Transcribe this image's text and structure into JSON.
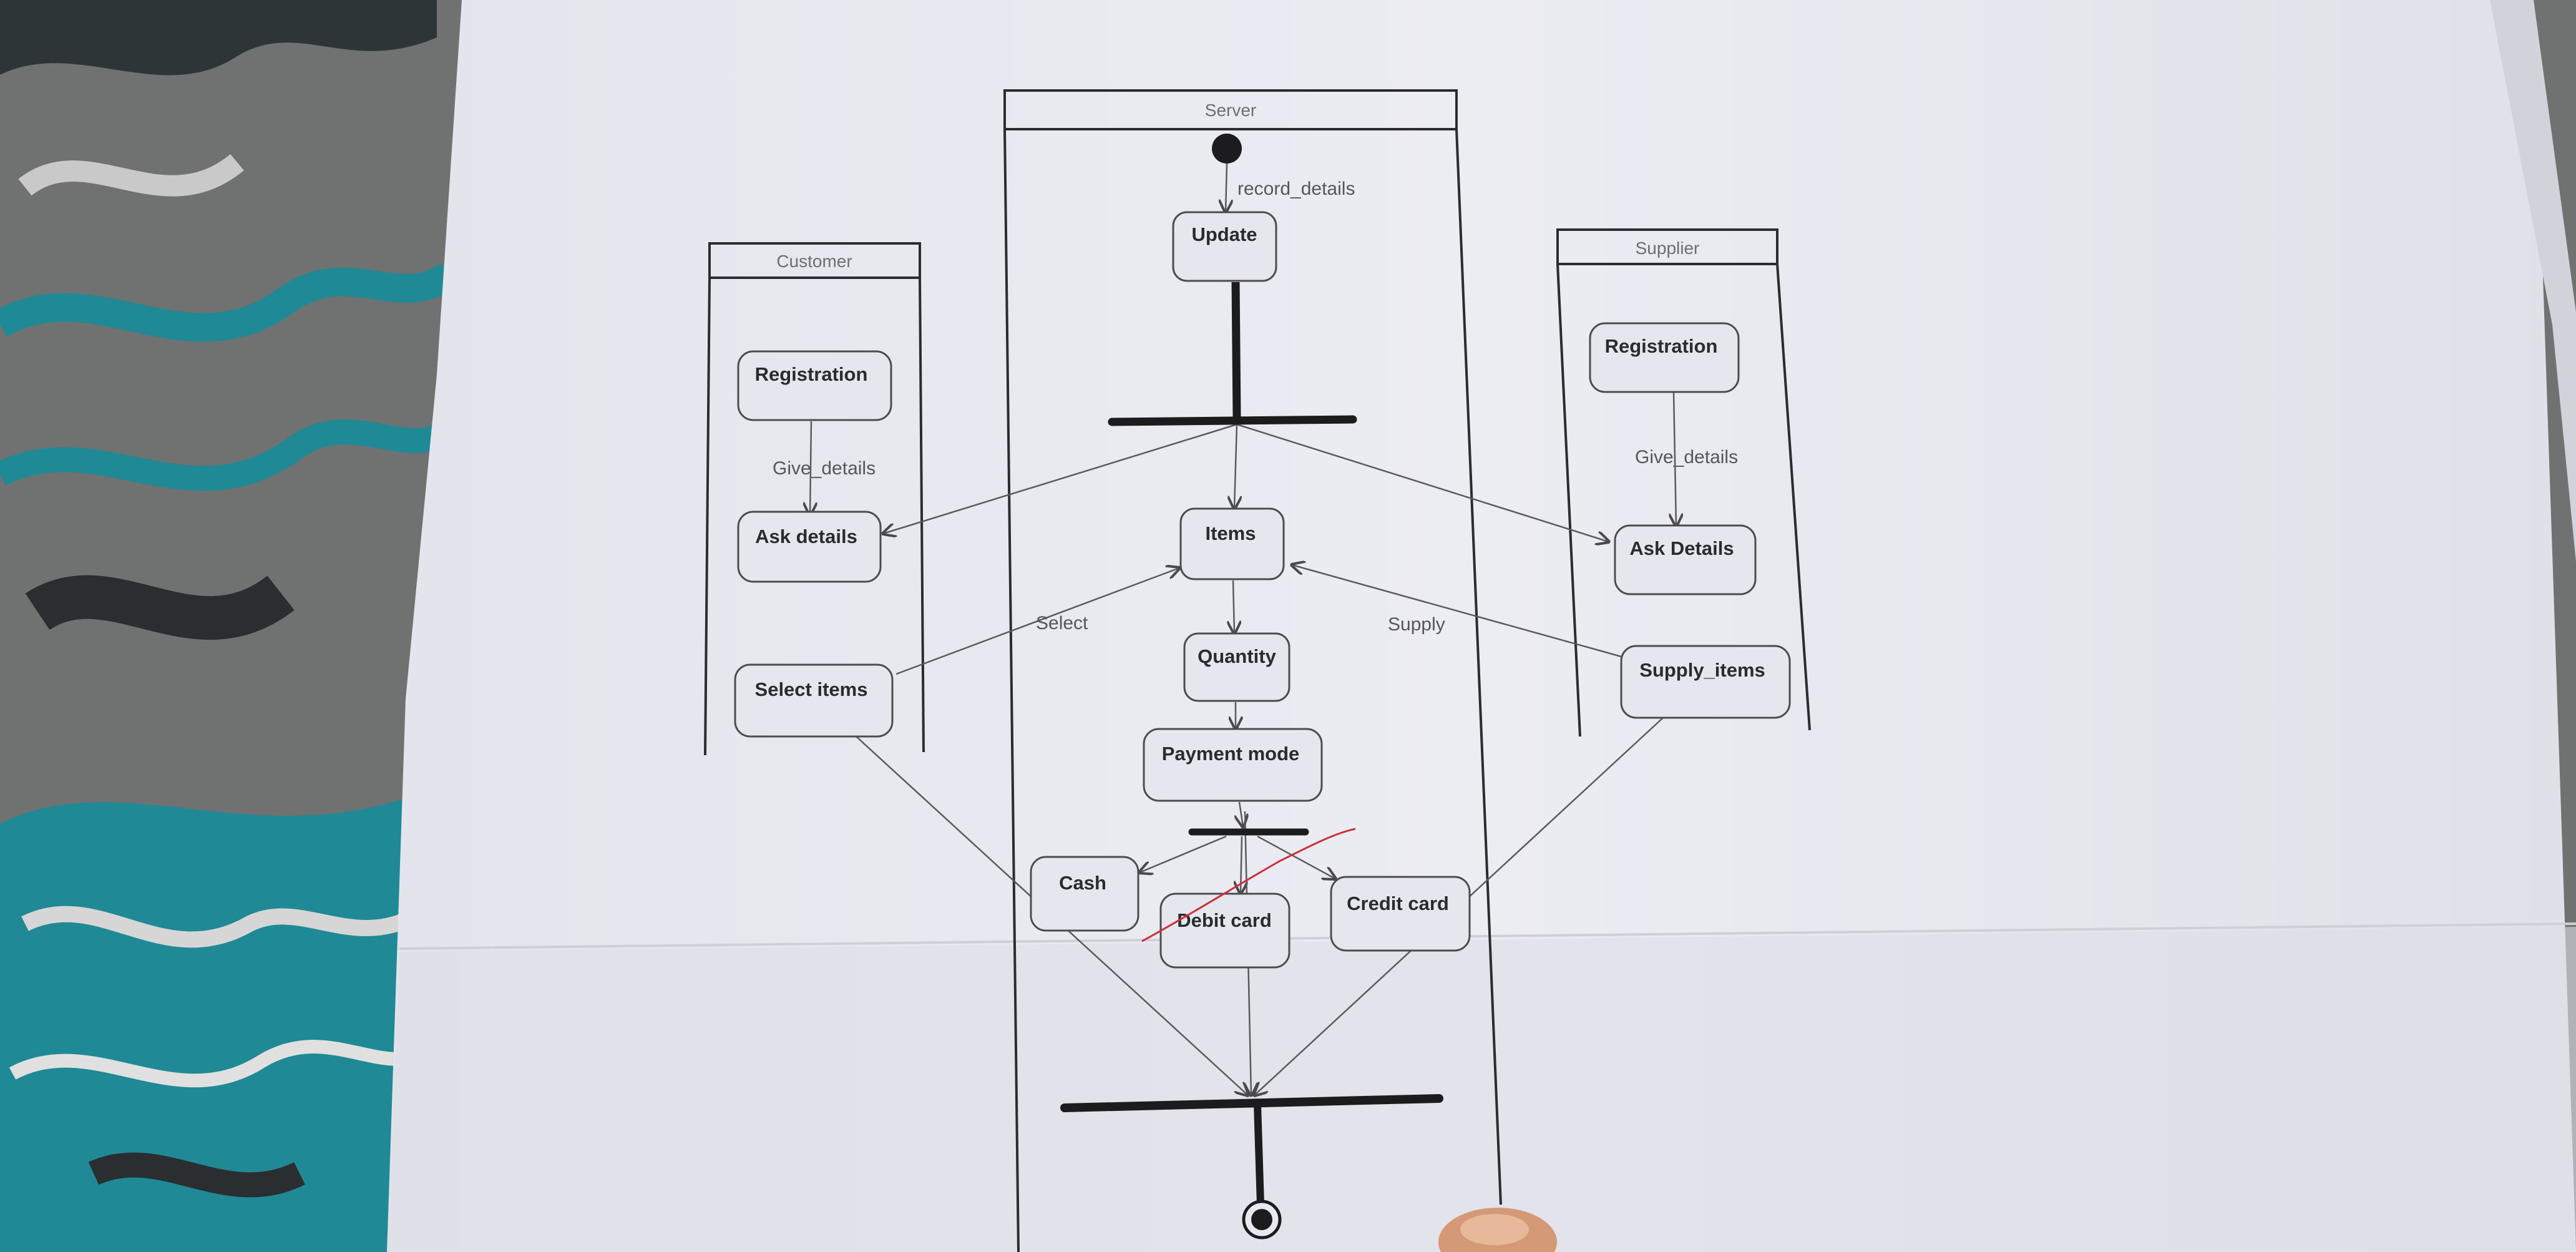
{
  "lanes": {
    "customer": "Customer",
    "server": "Server",
    "supplier": "Supplier"
  },
  "nodes": {
    "update": "Update",
    "customer_registration": "Registration",
    "customer_ask_details": "Ask details",
    "select_items": "Select items",
    "items": "Items",
    "quantity": "Quantity",
    "payment_mode": "Payment mode",
    "cash": "Cash",
    "debit_card": "Debit card",
    "credit_card": "Credit card",
    "supplier_registration": "Registration",
    "supplier_ask_details": "Ask Details",
    "supply_items": "Supply_items"
  },
  "edge_labels": {
    "record_details": "record_details",
    "customer_give_details": "Give_details",
    "supplier_give_details": "Give_details",
    "select": "Select",
    "supply": "Supply"
  },
  "colors": {
    "paper": "#e8e8f0",
    "ink": "#2a2a2f",
    "red_pen": "#c8323c",
    "carpet_teal": "#1f8a96",
    "carpet_grey": "#6f7270"
  },
  "icons": {
    "initial_node": "filled-circle",
    "final_node": "bullseye-circle",
    "fork_join_bar": "thick-bar"
  }
}
